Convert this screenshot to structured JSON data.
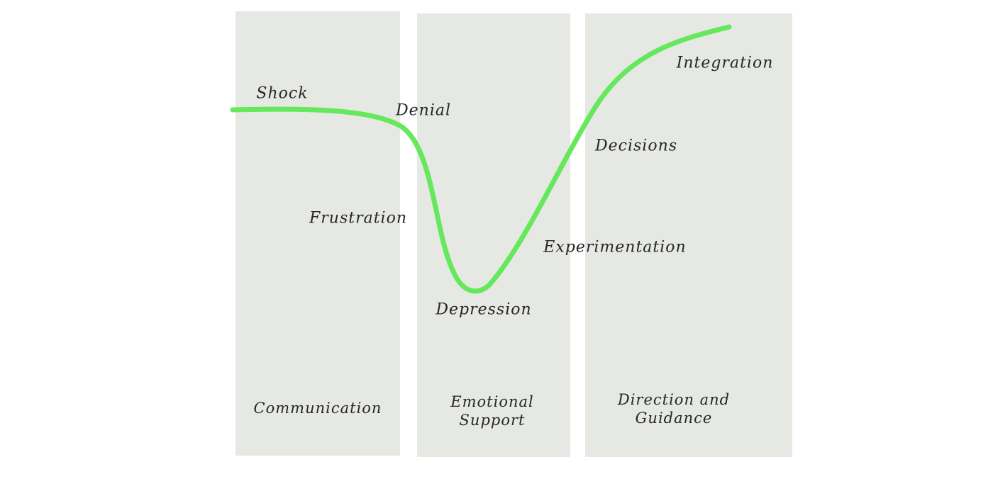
{
  "diagram": {
    "colors": {
      "background": "#ffffff",
      "panel": "#e6e8e4",
      "curve": "#66e85c",
      "text": "#262626"
    },
    "stages": [
      "Shock",
      "Denial",
      "Frustration",
      "Depression",
      "Experimentation",
      "Decisions",
      "Integration"
    ],
    "phases": [
      {
        "lines": [
          "Communication"
        ]
      },
      {
        "lines": [
          "Emotional",
          "Support"
        ]
      },
      {
        "lines": [
          "Direction and",
          "Guidance"
        ]
      }
    ]
  }
}
